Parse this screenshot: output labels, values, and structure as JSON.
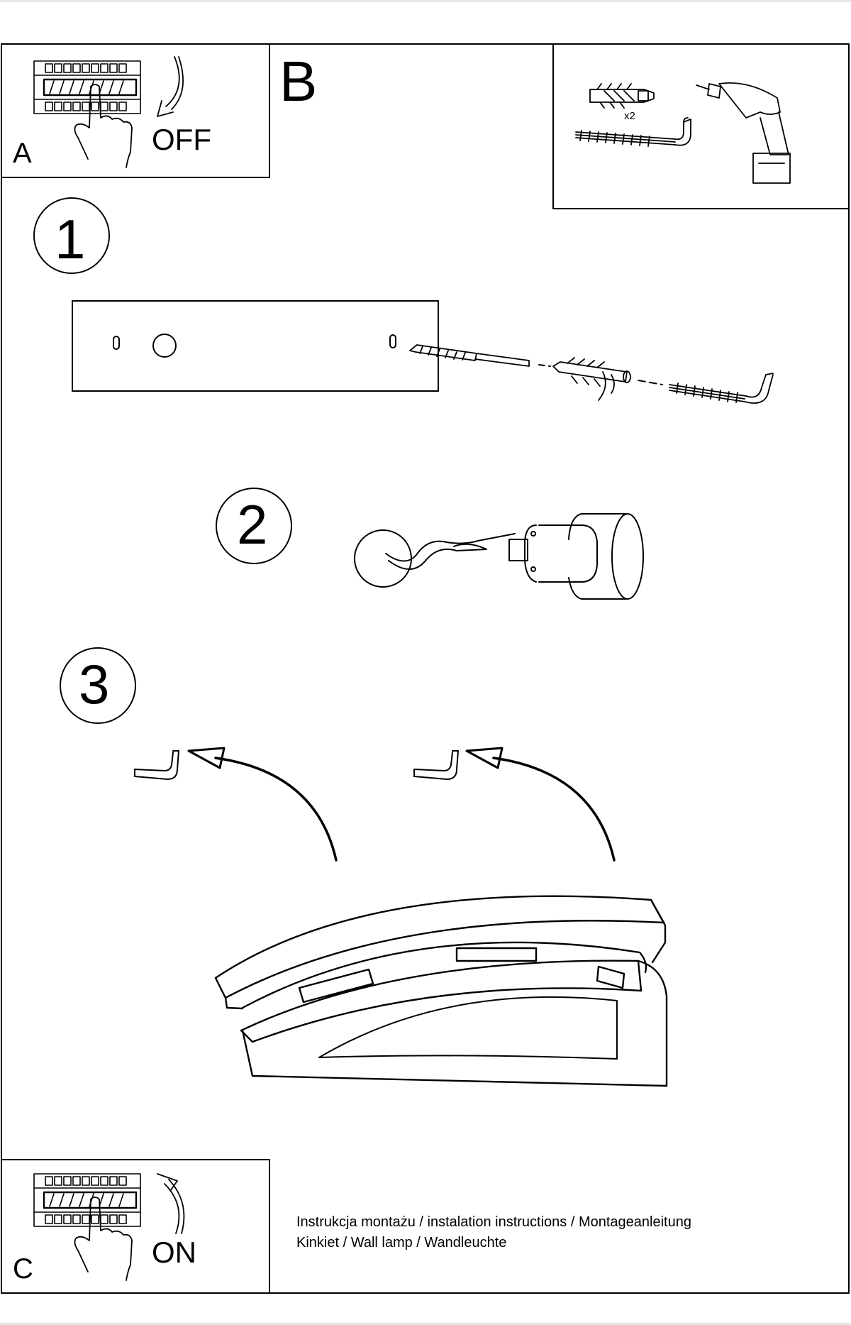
{
  "panels": {
    "a": {
      "letter": "A",
      "action": "OFF"
    },
    "b": {
      "letter": "B",
      "quantity": "x2"
    },
    "c": {
      "letter": "C",
      "action": "ON"
    }
  },
  "steps": [
    "1",
    "2",
    "3"
  ],
  "caption": {
    "line1": "Instrukcja montażu / instalation instructions / Montageanleitung",
    "line2": "Kinkiet / Wall lamp / Wandleuchte"
  },
  "icons": {
    "panel_a": [
      "breaker-panel-icon",
      "hand-pointer-icon",
      "curved-arrow-down-icon"
    ],
    "panel_b": [
      "wall-plug-icon",
      "hook-screw-icon",
      "power-drill-icon"
    ],
    "step_1": [
      "mounting-plate-icon",
      "keyhole-icon",
      "drill-bit-icon",
      "wall-plug-icon",
      "hook-screw-icon"
    ],
    "step_2": [
      "wire-connection-icon",
      "lamp-socket-icon"
    ],
    "step_3": [
      "hook-icon",
      "curved-arrow-up-icon",
      "lamp-shade-icon"
    ],
    "panel_c": [
      "breaker-panel-icon",
      "hand-pointer-icon",
      "curved-arrow-up-icon"
    ]
  }
}
